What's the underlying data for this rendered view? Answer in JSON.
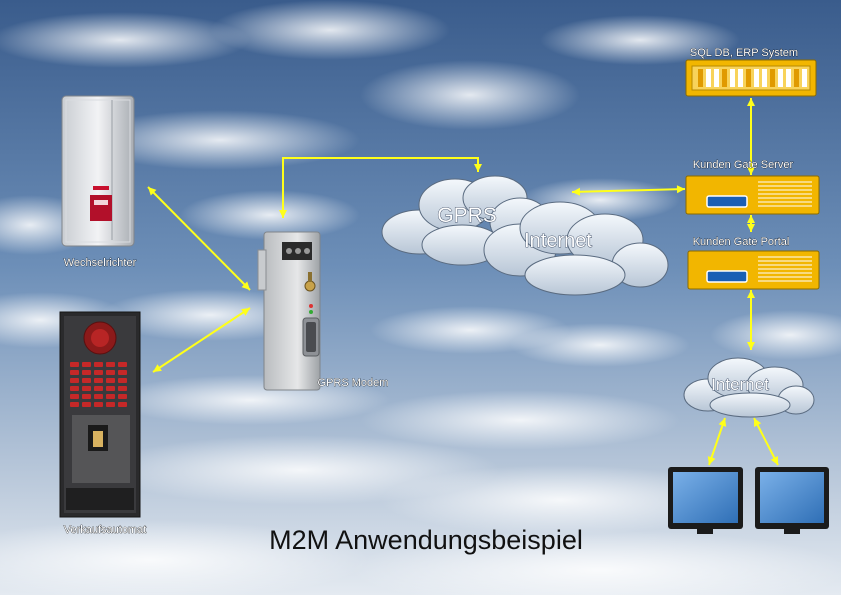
{
  "title": "M2M Anwendungsbeispiel",
  "nodes": {
    "inverter": {
      "label": "Wechselrichter",
      "icon": "inverter-icon"
    },
    "vending": {
      "label": "Verkaufsautomat",
      "icon": "vending-machine-icon"
    },
    "modem": {
      "label": "GPRS Modem",
      "icon": "modem-icon"
    },
    "gprs_cloud": {
      "label": "GPRS",
      "icon": "cloud-icon"
    },
    "internet_cloud_top": {
      "label": "Internet",
      "icon": "cloud-icon"
    },
    "internet_cloud_bottom": {
      "label": "Internet",
      "icon": "cloud-icon"
    },
    "sql_db": {
      "label": "SQL DB, ERP System",
      "icon": "database-server-icon"
    },
    "gate_server": {
      "label": "Kunden Gate Server",
      "icon": "server-icon"
    },
    "gate_portal": {
      "label": "Kunden Gate Portal",
      "icon": "server-icon"
    },
    "monitor_left": {
      "icon": "monitor-icon"
    },
    "monitor_right": {
      "icon": "monitor-icon"
    }
  },
  "colors": {
    "connector": "#ffff1a",
    "server_body": "#f2b600",
    "sky_top": "#3b5f8f",
    "sky_bottom": "#dfe6ee"
  }
}
